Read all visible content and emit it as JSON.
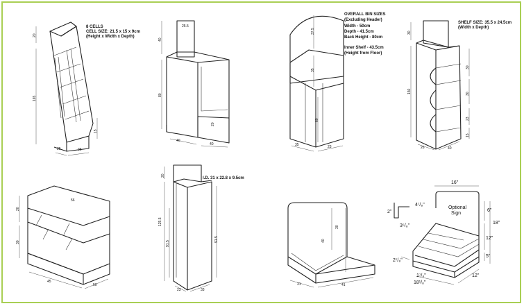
{
  "colors": {
    "frame": "#a9cf54",
    "line": "#222222"
  },
  "units_1": {
    "title": "8 CELLS",
    "cell_size": "CELL SIZE: 21.5 x 15 x 9cm",
    "cell_note": "(Height x Width x Depth)",
    "dim_header": "20",
    "dim_height": "165",
    "dim_base": "15",
    "dim_depth": "25",
    "dim_width": "35"
  },
  "units_2": {
    "dim_header_w": "25.5",
    "dim_header_h": "40",
    "dim_height": "80",
    "dim_inner": "20",
    "dim_depth": "40",
    "dim_width": "40"
  },
  "units_3": {
    "title": "OVERALL BIN SIZES",
    "subtitle": "(Excluding Header)",
    "width": "Width - 50cm",
    "depth": "Depth - 41.5cm",
    "back_height": "Back Height - 80cm",
    "inner_shelf": "Inner Shelf - 43.5cm",
    "inner_note": "(Height from Floor)",
    "dim_header": "37.5",
    "dim_mid": "35",
    "dim_low": "60",
    "dim_depth": "35",
    "dim_width": "23"
  },
  "units_4": {
    "shelf_size": "SHELF SIZE: 35.5 x 24.5cm",
    "shelf_note": "(Width x Depth)",
    "dim_header": "30",
    "dim_height": "150",
    "dim_s1": "30",
    "dim_s2": "30",
    "dim_s3": "23",
    "dim_s4": "15",
    "dim_depth": "26",
    "dim_width": "40"
  },
  "units_5": {
    "dim_header": "20",
    "dim_height": "30",
    "dim_top": "56",
    "dim_depth": "45",
    "dim_width": "50"
  },
  "units_6": {
    "inner_dims": "I.D. 31 x 22.8 x 9.5cm",
    "dim_header": "20",
    "dim_total": "125.5",
    "dim_body": "91.5",
    "dim_right": "91.5",
    "dim_depth": "23",
    "dim_width": "33"
  },
  "units_7": {
    "dim_back": "30",
    "dim_mid": "40",
    "dim_depth": "31",
    "dim_width": "41"
  },
  "units_8": {
    "dim_top_w": "16\"",
    "detail_h": "2\"",
    "detail_w1": "4⁷/₈\"",
    "detail_w2": "3⁵/₈\"",
    "sign_l1": "Optional",
    "sign_l2": "Sign",
    "dim_6": "6\"",
    "dim_18h": "18\"",
    "dim_12h": "12\"",
    "dim_5": "5\"",
    "dim_2": "2⁷/₈\"",
    "dim_1": "1⁷/₈\"",
    "dim_18w": "18¹/₈\"",
    "dim_12w": "12\""
  }
}
